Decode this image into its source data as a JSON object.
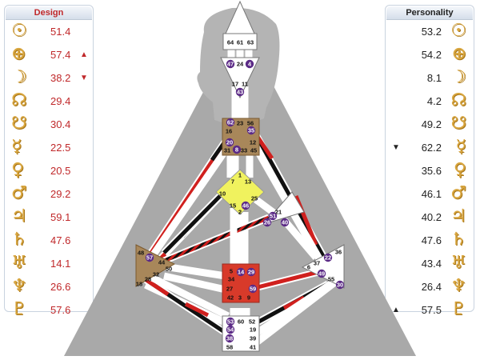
{
  "design": {
    "title": "Design",
    "rows": [
      {
        "icon": "sun-icon",
        "glyph": "☉",
        "value": "51.4",
        "marker": ""
      },
      {
        "icon": "earth-icon",
        "glyph": "⊕",
        "value": "57.4",
        "marker": "▲"
      },
      {
        "icon": "moon-icon",
        "glyph": "☽",
        "value": "38.2",
        "marker": "▼"
      },
      {
        "icon": "north-node-icon",
        "glyph": "☊",
        "value": "29.4",
        "marker": ""
      },
      {
        "icon": "south-node-icon",
        "glyph": "☋",
        "value": "30.4",
        "marker": ""
      },
      {
        "icon": "mercury-icon",
        "glyph": "☿",
        "value": "22.5",
        "marker": ""
      },
      {
        "icon": "venus-icon",
        "glyph": "♀",
        "value": "20.5",
        "marker": ""
      },
      {
        "icon": "mars-icon",
        "glyph": "♂",
        "value": "29.2",
        "marker": ""
      },
      {
        "icon": "jupiter-icon",
        "glyph": "♃",
        "value": "59.1",
        "marker": ""
      },
      {
        "icon": "saturn-icon",
        "glyph": "♄",
        "value": "47.6",
        "marker": ""
      },
      {
        "icon": "uranus-icon",
        "glyph": "♅",
        "value": "14.1",
        "marker": ""
      },
      {
        "icon": "neptune-icon",
        "glyph": "♆",
        "value": "26.6",
        "marker": ""
      },
      {
        "icon": "pluto-icon",
        "glyph": "♇",
        "value": "57.6",
        "marker": ""
      }
    ]
  },
  "personality": {
    "title": "Personality",
    "rows": [
      {
        "icon": "sun-icon",
        "glyph": "☉",
        "value": "53.2",
        "marker": ""
      },
      {
        "icon": "earth-icon",
        "glyph": "⊕",
        "value": "54.2",
        "marker": ""
      },
      {
        "icon": "moon-icon",
        "glyph": "☽",
        "value": "8.1",
        "marker": ""
      },
      {
        "icon": "north-node-icon",
        "glyph": "☊",
        "value": "4.2",
        "marker": ""
      },
      {
        "icon": "south-node-icon",
        "glyph": "☋",
        "value": "49.2",
        "marker": ""
      },
      {
        "icon": "mercury-icon",
        "glyph": "☿",
        "value": "62.2",
        "marker": "▼"
      },
      {
        "icon": "venus-icon",
        "glyph": "♀",
        "value": "35.6",
        "marker": ""
      },
      {
        "icon": "mars-icon",
        "glyph": "♂",
        "value": "46.1",
        "marker": ""
      },
      {
        "icon": "jupiter-icon",
        "glyph": "♃",
        "value": "40.2",
        "marker": ""
      },
      {
        "icon": "saturn-icon",
        "glyph": "♄",
        "value": "47.6",
        "marker": ""
      },
      {
        "icon": "uranus-icon",
        "glyph": "♅",
        "value": "43.4",
        "marker": ""
      },
      {
        "icon": "neptune-icon",
        "glyph": "♆",
        "value": "26.4",
        "marker": ""
      },
      {
        "icon": "pluto-icon",
        "glyph": "♇",
        "value": "57.5",
        "marker": "▲"
      }
    ]
  },
  "bodygraph": {
    "head_gates": [
      "64",
      "61",
      "63"
    ],
    "ajna_gates": [
      "47",
      "24",
      "4",
      "17",
      "11",
      "43"
    ],
    "throat_gates": [
      "62",
      "23",
      "56",
      "16",
      "35",
      "20",
      "12",
      "31",
      "8",
      "33",
      "45"
    ],
    "g_gates": [
      "1",
      "7",
      "13",
      "10",
      "25",
      "15",
      "46",
      "2"
    ],
    "heart_gates": [
      "21",
      "51",
      "26",
      "40"
    ],
    "spleen_gates": [
      "48",
      "57",
      "44",
      "50",
      "28",
      "32",
      "18"
    ],
    "solar_plexus_gates": [
      "36",
      "22",
      "37",
      "6",
      "49",
      "55",
      "30"
    ],
    "sacral_gates": [
      "5",
      "14",
      "29",
      "34",
      "59",
      "27",
      "42",
      "3",
      "9"
    ],
    "root_gates": [
      "53",
      "60",
      "52",
      "54",
      "19",
      "38",
      "39",
      "58",
      "41"
    ],
    "colors": {
      "design_red": "#d0201e",
      "personality_black": "#111111",
      "gate_circle": "#5b2a86",
      "defined_throat": "#a8875a",
      "defined_g": "#f0f25e",
      "defined_sacral": "#d83a2a",
      "silhouette": "#a8a8a8"
    }
  }
}
